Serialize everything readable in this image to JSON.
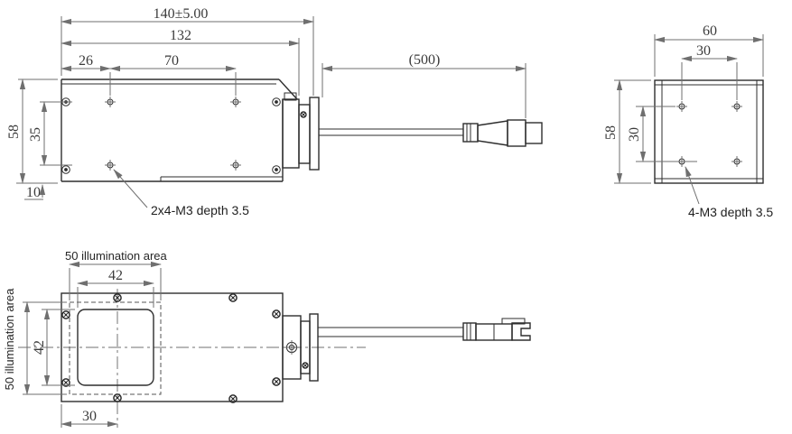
{
  "side_view": {
    "dims": {
      "overall_width": "140±5.00",
      "body_width": "132",
      "hole_offset": "26",
      "hole_pitch_h": "70",
      "cable_length": "(500)",
      "body_height": "58",
      "hole_pitch_v": "35",
      "base_offset": "10"
    },
    "note": "2x4-M3 depth 3.5"
  },
  "end_view": {
    "dims": {
      "width": "60",
      "hole_pitch_h": "30",
      "height": "58",
      "hole_pitch_v": "30"
    },
    "note": "4-M3 depth 3.5"
  },
  "front_view": {
    "dims": {
      "illumination_width": "50 illumination area",
      "illumination_height": "50 illumination area",
      "window_width": "42",
      "window_height": "42",
      "window_offset": "30"
    }
  },
  "colors": {
    "object_line": "#2e2e2e",
    "dimension_line": "#6f6f6f",
    "text": "#3b3b3b",
    "background": "#ffffff"
  }
}
